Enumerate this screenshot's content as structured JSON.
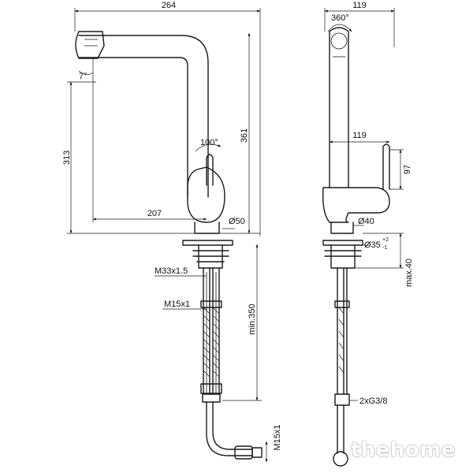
{
  "dimensions": {
    "width_total": "264",
    "side_width": "119",
    "rotation": "360°",
    "spout_tilt": "7°",
    "height_spout": "313",
    "height_total": "361",
    "lever_angle": "100°",
    "side_reach": "119",
    "handle_height": "97",
    "reach": "207",
    "base_diameter": "Ø50",
    "side_base_diameter": "Ø40",
    "hole_diameter": "Ø35",
    "hole_tol_upper": "+2",
    "hole_tol_lower": "-1",
    "max_thickness": "max.40",
    "thread_main": "M33x1.5",
    "thread_hose": "M15x1",
    "hose_length": "min.350",
    "thread_outlet": "M15x1",
    "connection": "2xG3/8"
  },
  "watermark": "thehome"
}
